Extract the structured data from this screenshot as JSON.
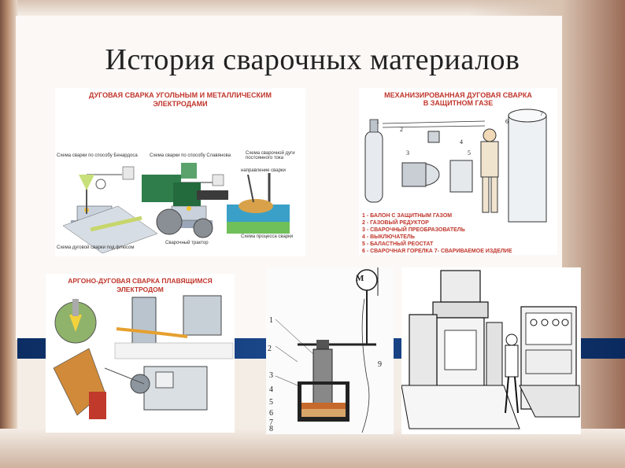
{
  "slide": {
    "title": "История сварочных материалов"
  },
  "panel_arc": {
    "title_line1": "ДУГОВАЯ СВАРКА УГОЛЬНЫМ И МЕТАЛЛИЧЕСКИМ",
    "title_line2": "ЭЛЕКТРОДАМИ",
    "cap1": "Схема сварки по способу Бенардоса",
    "cap2": "Схема сварки по способу Славянова",
    "cap3": "Схема сварочной дуги постоянного тока",
    "cap4": "Схема дуговой сварки под флюсом",
    "cap5": "Сварочный трактор",
    "cap6": "Схема процесса сварки",
    "cap7": "направление сварки"
  },
  "panel_mech": {
    "title_line1": "МЕХАНИЗИРОВАННАЯ ДУГОВАЯ СВАРКА",
    "title_line2": "В ЗАЩИТНОМ ГАЗЕ",
    "legend": [
      "1 - БАЛОН С ЗАЩИТНЫМ ГАЗОМ",
      "2 - ГАЗОВЫЙ РЕДУКТОР",
      "3 - СВАРОЧНЫЙ ПРЕОБРАЗОВАТЕЛЬ",
      "4 - ВЫКЛЮЧАТЕЛЬ",
      "5 - БАЛАСТНЫЙ РЕОСТАТ",
      "6 - СВАРОЧНАЯ ГОРЕЛКА   7- СВАРИВАЕМОЕ ИЗДЕЛИЕ"
    ],
    "numbers": [
      "1",
      "2",
      "3",
      "4",
      "5",
      "6",
      "7"
    ]
  },
  "panel_argon": {
    "title": "АРГОНО-ДУГОВАЯ СВАРКА ПЛАВЯЩИМСЯ ЭЛЕКТРОДОМ"
  },
  "panel_electroslag": {
    "motor_label": "М",
    "numbers": [
      "1",
      "2",
      "3",
      "4",
      "5",
      "6",
      "7",
      "8",
      "9"
    ]
  },
  "colors": {
    "accent_red": "#c0362c",
    "blue_band": "#1d4b90"
  }
}
